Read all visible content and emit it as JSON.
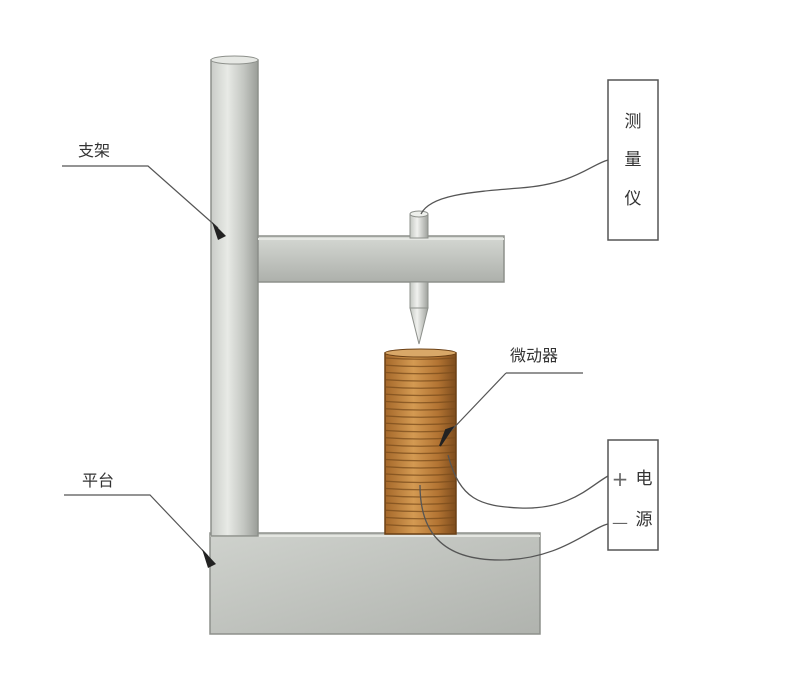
{
  "labels": {
    "stand": "支架",
    "platform": "平台",
    "instrument": [
      "测",
      "量",
      "仪"
    ],
    "actuator": "微动器",
    "power": [
      "电",
      "源"
    ],
    "plus": "+",
    "minus": "—"
  },
  "colors": {
    "metal": "#bfc2bd",
    "metal_light": "#dfe1dc",
    "metal_dark": "#8d908b",
    "coil": "#b7772e",
    "coil_dark": "#7a4c1c",
    "line": "#444444"
  },
  "coil_turns": 24
}
